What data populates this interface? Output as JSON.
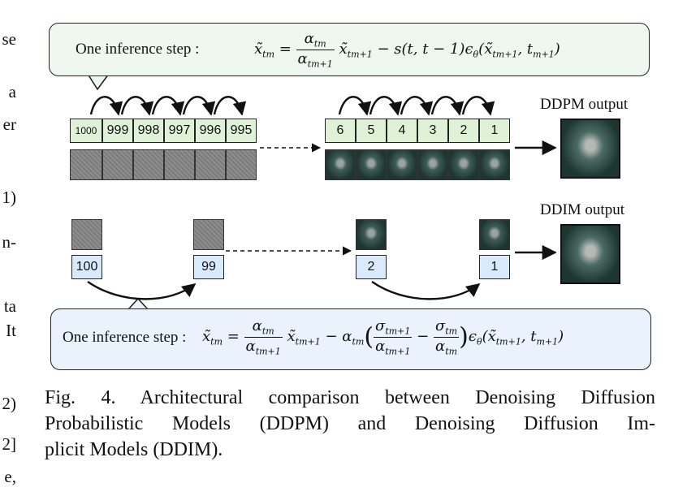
{
  "left_fragments": [
    "se",
    "a",
    "er",
    "1)",
    "n-",
    "ta",
    "It",
    "2)",
    "2]",
    "e,"
  ],
  "top_callout": {
    "label": "One inference step :",
    "formula": {
      "lhs": "x̃",
      "lhs_sub": "tm",
      "frac_num": "α",
      "frac_num_sub": "tm",
      "frac_den": "α",
      "frac_den_sub": "tm+1",
      "term": "x̃",
      "term_sub": "tm+1",
      "tail": "− s(t, t − 1)ϵ",
      "eps_sub": "θ",
      "args": "(x̃",
      "args_sub1": "tm+1",
      "args_end": ", t",
      "args_sub2": "m+1",
      "close": ")"
    }
  },
  "ddpm": {
    "steps_left": [
      "1000",
      "999",
      "998",
      "997",
      "996",
      "995"
    ],
    "steps_right": [
      "6",
      "5",
      "4",
      "3",
      "2",
      "1"
    ],
    "output_label": "DDPM output"
  },
  "ddim": {
    "steps": [
      "100",
      "99",
      "2",
      "1"
    ],
    "output_label": "DDIM output"
  },
  "bottom_callout": {
    "label": "One inference step :",
    "formula": {
      "lhs": "x̃",
      "lhs_sub": "tm",
      "f1_num": "α",
      "f1_num_sub": "tm",
      "f1_den": "α",
      "f1_den_sub": "tm+1",
      "term": "x̃",
      "term_sub": "tm+1",
      "minus_alpha": "− α",
      "minus_alpha_sub": "tm",
      "f2_num": "σ",
      "f2_num_sub": "tm+1",
      "f2_den": "α",
      "f2_den_sub": "tm+1",
      "minus": "−",
      "f3_num": "σ",
      "f3_num_sub": "tm",
      "f3_den": "α",
      "f3_den_sub": "tm",
      "eps": "ϵ",
      "eps_sub": "θ",
      "args": "(x̃",
      "args_sub1": "tm+1",
      "args_end": ", t",
      "args_sub2": "m+1",
      "close": ")"
    }
  },
  "caption": {
    "line1": "Fig. 4. Architectural comparison between Denoising Diffusion",
    "line2": "Probabilistic Models (DDPM) and Denoising Diffusion Im-",
    "line3": "plicit Models (DDIM)."
  }
}
